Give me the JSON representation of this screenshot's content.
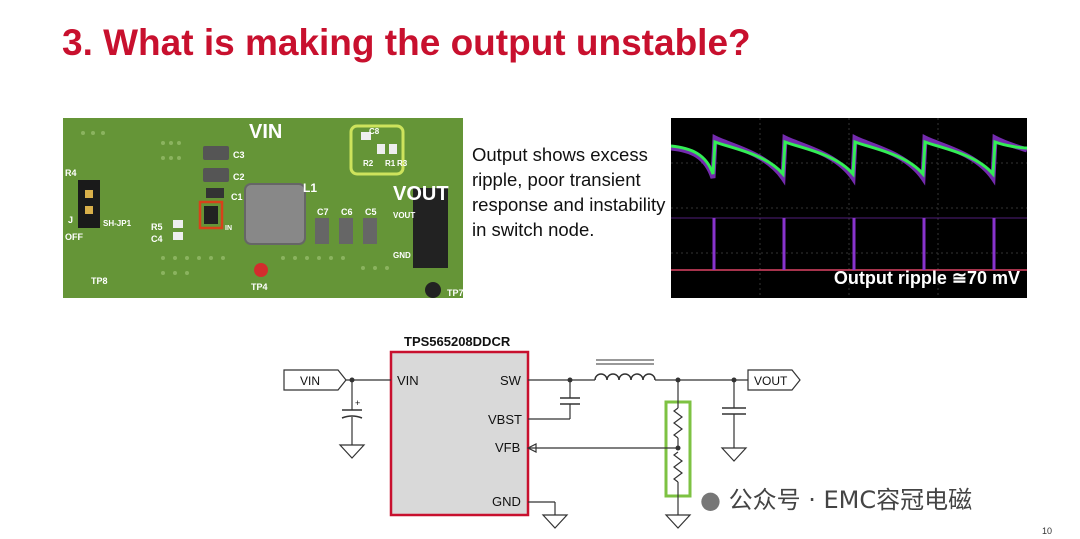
{
  "slide": {
    "title": "3. What is making the output unstable?",
    "description": "Output shows excess ripple, poor transient response and instability in switch node.",
    "page_number": "10"
  },
  "pcb_photo": {
    "labels": {
      "vin": "VIN",
      "vout": "VOUT",
      "l1": "L1",
      "c1": "C1",
      "c2": "C2",
      "c3": "C3",
      "c4": "C4",
      "c5": "C5",
      "c6": "C6",
      "c7": "C7",
      "c8": "C8",
      "r1": "R1",
      "r2": "R2",
      "r3": "R3",
      "r4": "R4",
      "r5": "R5",
      "jumper": "SH-JP1",
      "jumper_small": "J",
      "off": "OFF",
      "tp4": "TP4",
      "tp8": "TP8",
      "tp7": "TP7",
      "vout_pin": "VOUT",
      "gnd_pin": "GND",
      "in_pin": "IN"
    }
  },
  "scope": {
    "caption": "Output ripple ≅70 mV",
    "colors": {
      "background": "#000000",
      "ripple": "#33ee55",
      "switch": "#8833cc",
      "trace": "#dd4466"
    }
  },
  "schematic": {
    "ic_name": "TPS565208DDCR",
    "pins": {
      "vin": "VIN",
      "sw": "SW",
      "vbst": "VBST",
      "vfb": "VFB",
      "gnd": "GND"
    },
    "input_label": "VIN",
    "output_label": "VOUT",
    "cap_polarity": "+",
    "colors": {
      "ic_fill": "#d9d9d9",
      "ic_border": "#c8102e",
      "highlight": "#7dc242"
    }
  },
  "watermark": "公众号 · EMC容冠电磁"
}
